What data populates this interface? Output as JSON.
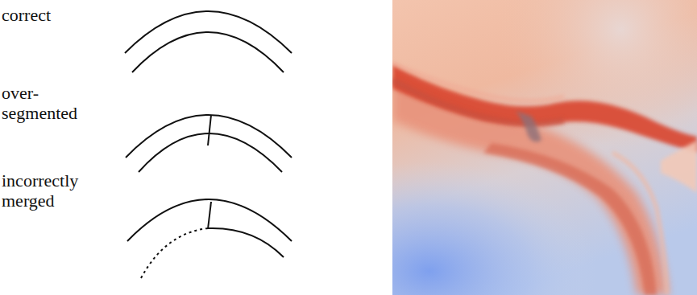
{
  "diagram": {
    "labels": [
      "correct",
      "over- segmented",
      "incorrectly merged"
    ]
  }
}
